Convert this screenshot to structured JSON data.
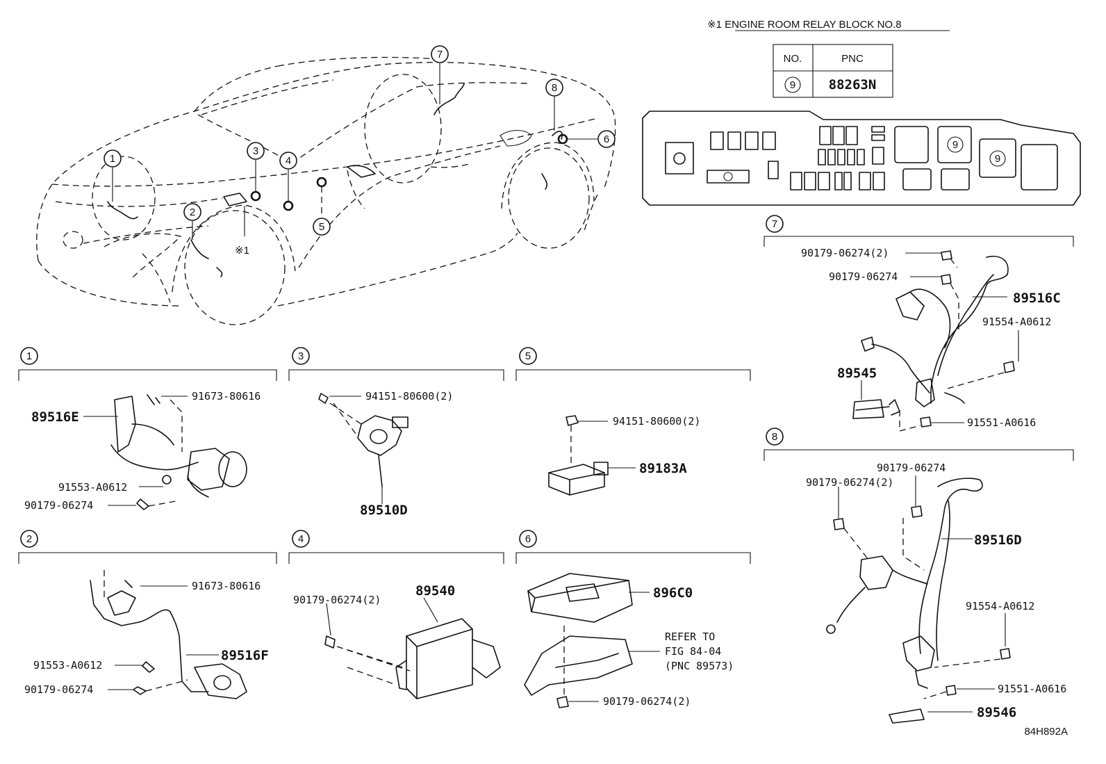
{
  "relay_block": {
    "title": "※1  ENGINE ROOM RELAY BLOCK NO.8",
    "table_header_no": "NO.",
    "table_header_pnc": "PNC",
    "row_no": "9",
    "row_pnc": "88263N",
    "fuse_label": "9"
  },
  "car": {
    "callouts": [
      "1",
      "2",
      "3",
      "4",
      "5",
      "6",
      "7",
      "8"
    ],
    "relay_ref": "※1"
  },
  "sections": {
    "s1": {
      "num": "1",
      "parts": [
        "91673-80616",
        "89516E",
        "91553-A0612",
        "90179-06274"
      ]
    },
    "s2": {
      "num": "2",
      "parts": [
        "91673-80616",
        "89516F",
        "91553-A0612",
        "90179-06274"
      ]
    },
    "s3": {
      "num": "3",
      "parts": [
        "94151-80600(2)",
        "89510D"
      ]
    },
    "s4": {
      "num": "4",
      "parts": [
        "90179-06274(2)",
        "89540"
      ]
    },
    "s5": {
      "num": "5",
      "parts": [
        "94151-80600(2)",
        "89183A"
      ]
    },
    "s6": {
      "num": "6",
      "parts": [
        "896C0",
        "REFER TO",
        "FIG 84-04",
        "(PNC 89573)",
        "90179-06274(2)"
      ]
    },
    "s7": {
      "num": "7",
      "parts": [
        "90179-06274(2)",
        "90179-06274",
        "89516C",
        "91554-A0612",
        "89545",
        "91551-A0616"
      ]
    },
    "s8": {
      "num": "8",
      "parts": [
        "90179-06274",
        "90179-06274(2)",
        "89516D",
        "91554-A0612",
        "91551-A0616",
        "89546"
      ]
    }
  },
  "figure_code": "84H892A"
}
